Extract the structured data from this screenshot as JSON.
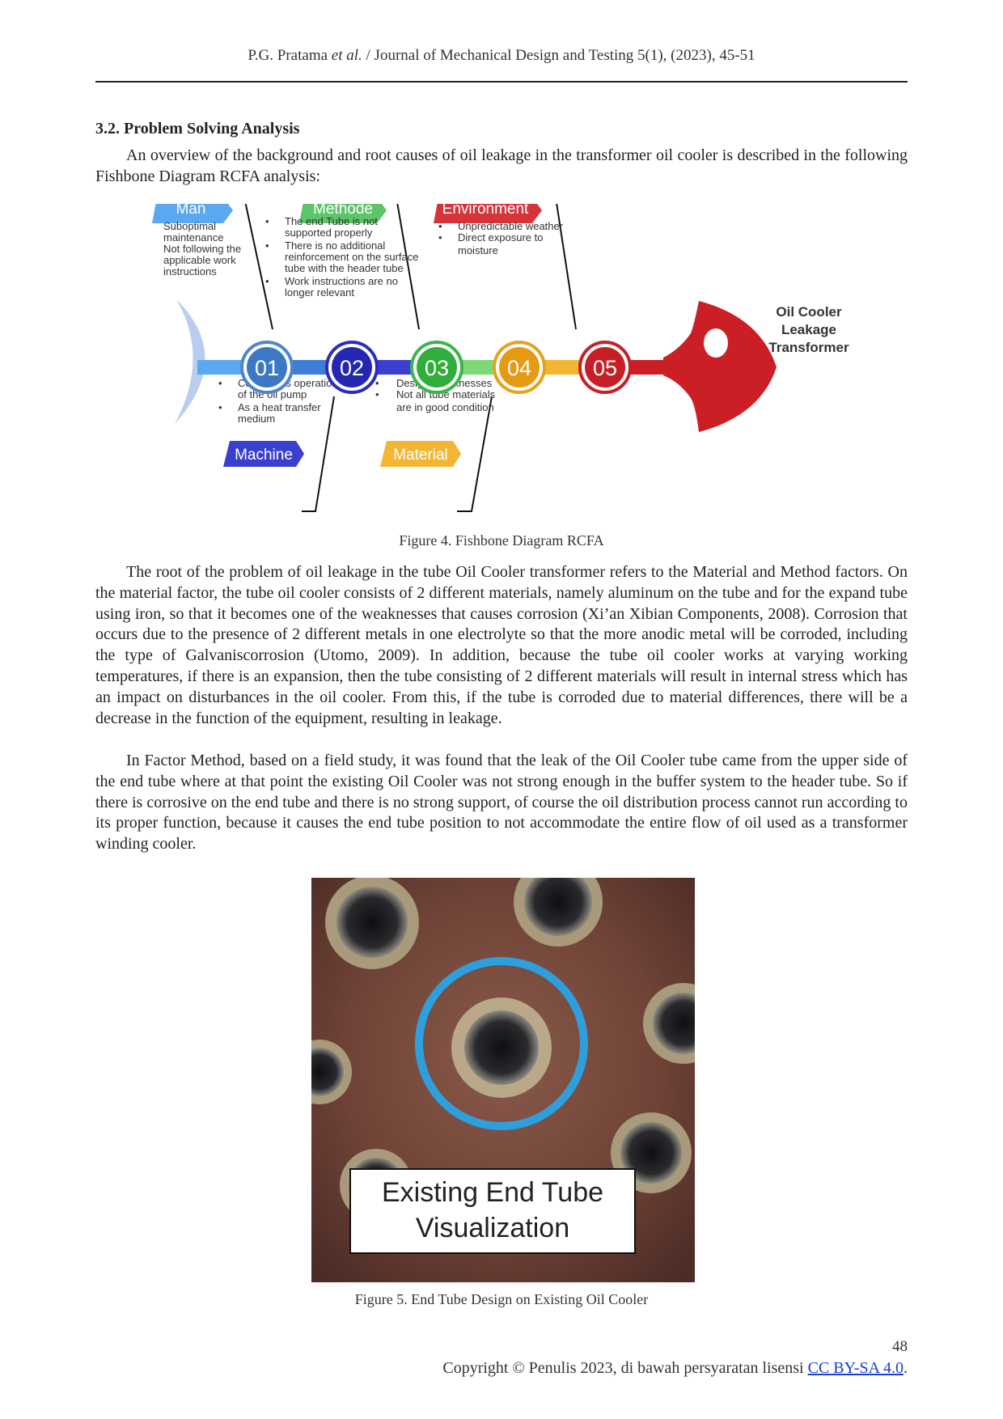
{
  "header": {
    "authors": "P.G. Pratama",
    "etal": "et al.",
    "journal": " / Journal of Mechanical Design and Testing 5(1), (2023), 45-51"
  },
  "section": {
    "title": "3.2. Problem Solving Analysis"
  },
  "paragraphs": {
    "intro": "An overview of the background and root causes of oil leakage in the transformer oil cooler is described in the following Fishbone Diagram RCFA analysis:",
    "p2": "The root of the problem of oil leakage in the tube Oil Cooler transformer refers to the Material and Method factors. On the material factor, the tube oil cooler consists of 2 different materials, namely aluminum on the tube and for the expand tube using iron, so that it becomes one of the weaknesses that causes corrosion (Xi’an Xibian Components, 2008). Corrosion that occurs due to the presence of 2 different metals in one electrolyte so that the more anodic metal will be corroded, including the type of Galvaniscorrosion (Utomo, 2009). In addition, because the tube oil cooler works at varying working temperatures, if there is an expansion, then the tube consisting of 2 different materials will result in internal stress which has an impact on disturbances in the oil cooler. From this, if the tube is corroded due to material differences, there will be a decrease in the function of the equipment, resulting in leakage.",
    "p3": "In Factor Method, based on a field study, it was found that the leak of the Oil Cooler tube came from the upper side of the end tube where at that point the existing Oil Cooler was not strong enough in the buffer system to the header tube. So if there is corrosive on the end tube and there is no strong support, of course the oil distribution process cannot run according to its proper function, because it causes the end tube position to not accommodate the entire flow of oil used as a transformer winding cooler."
  },
  "fishbone": {
    "categories": {
      "man": "Man",
      "methode": "Methode",
      "environment": "Environment",
      "machine": "Machine",
      "material": "Material"
    },
    "man_causes": [
      "Suboptimal",
      "maintenance",
      "Not following the",
      "applicable work",
      "instructions"
    ],
    "methode_causes": [
      "The end Tube is not",
      "supported properly",
      "There is no additional",
      "reinforcement on the surface",
      "tube with the header tube",
      "Work instructions are no",
      "longer relevant"
    ],
    "environment_causes": [
      "Unpredictable weather",
      "Direct exposure to",
      "moisture"
    ],
    "machine_causes": [
      "Continuous operation",
      "of the oil pump",
      "As a heat transfer",
      "medium"
    ],
    "material_causes": [
      "Design Weaknesses",
      "Not all tube materials",
      "are in good condition"
    ],
    "nodes": [
      "01",
      "02",
      "03",
      "04",
      "05"
    ],
    "head_label": [
      "Oil Cooler",
      "Leakage",
      "Transformer"
    ],
    "colors": {
      "man": "#5aa8f0",
      "methode": "#5ec46a",
      "environment": "#d6333a",
      "machine": "#3a3fcf",
      "material": "#f2b632",
      "head": "#cc1f25"
    }
  },
  "figure4_caption": "Figure 4. Fishbone Diagram RCFA",
  "photo_label": [
    "Existing End Tube",
    "Visualization"
  ],
  "figure5_caption": "Figure 5. End Tube Design on Existing Oil Cooler",
  "footer": {
    "page_number": "48",
    "copyright_text": "Copyright © Penulis 2023, di bawah persyaratan lisensi ",
    "license_link": "CC BY-SA 4.0",
    "period": "."
  }
}
